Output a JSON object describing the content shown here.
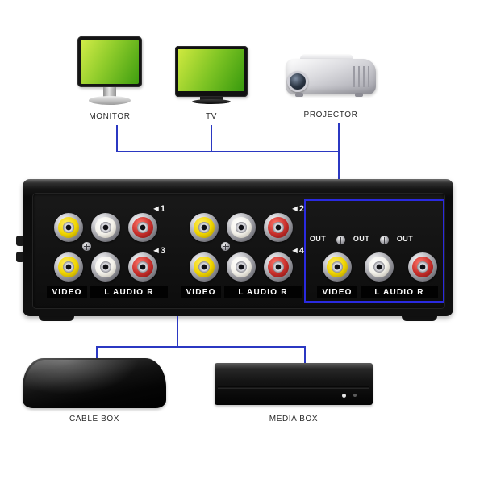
{
  "colors": {
    "wire": "#2b38c2",
    "highlight": "#2a2ae0",
    "jack_yellow": "#f0d500",
    "jack_white": "#f3f1ea",
    "jack_red": "#c9302c",
    "screen_a": "#d3ec48",
    "screen_b": "#3f9e10"
  },
  "top_devices": [
    {
      "id": "monitor",
      "label": "MONITOR"
    },
    {
      "id": "tv",
      "label": "TV"
    },
    {
      "id": "projector",
      "label": "PROJECTOR"
    }
  ],
  "switch_panel": {
    "input_labels": [
      "◄1",
      "◄2",
      "◄3",
      "◄4"
    ],
    "out_labels": [
      "OUT",
      "OUT",
      "OUT"
    ],
    "port_labels": [
      "VIDEO",
      "L AUDIO R",
      "VIDEO",
      "L AUDIO R",
      "VIDEO",
      "L AUDIO R"
    ]
  },
  "bottom_devices": [
    {
      "id": "cable-box",
      "label": "CABLE BOX"
    },
    {
      "id": "media-box",
      "label": "MEDIA BOX"
    }
  ]
}
